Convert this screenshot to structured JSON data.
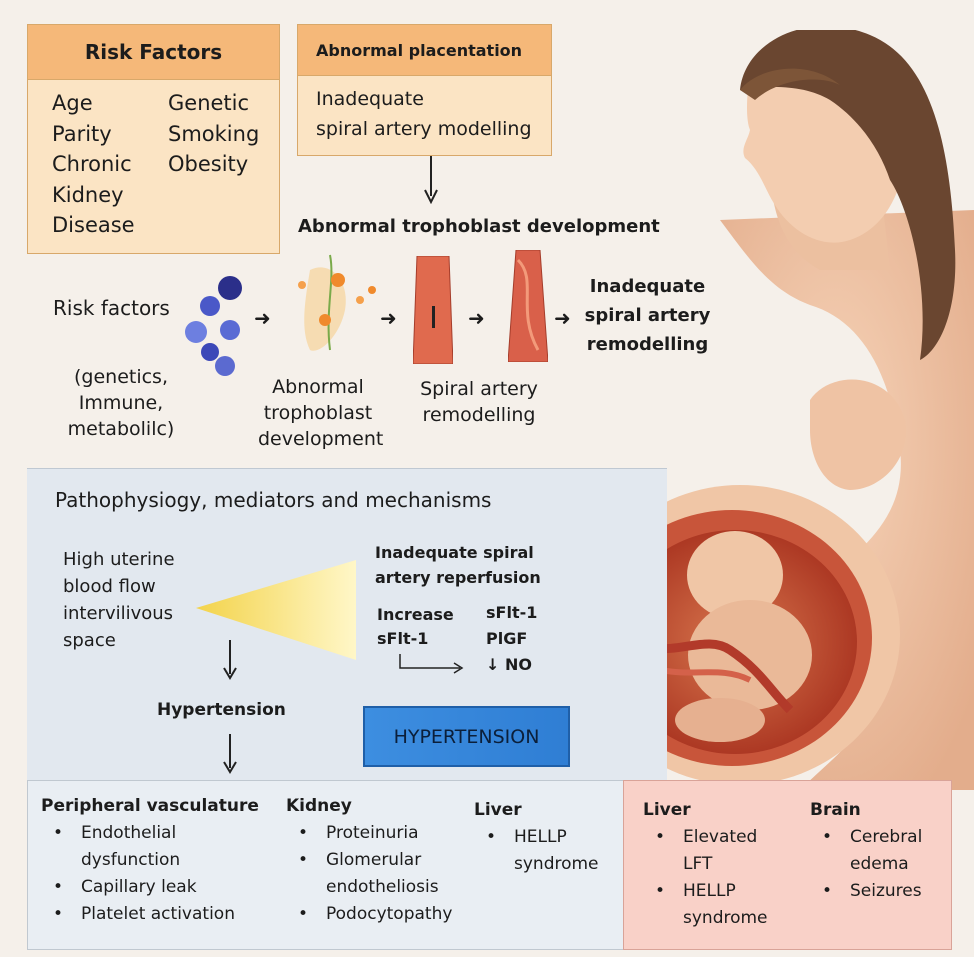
{
  "risk_box": {
    "title": "Risk Factors",
    "left_items": [
      "Age",
      "Parity",
      "Chronic",
      "Kidney",
      "Disease"
    ],
    "right_items": [
      "Genetic",
      "Smoking",
      "Obesity"
    ]
  },
  "placentation_box": {
    "title": "Abnormal placentation",
    "body_line1": "Inadequate",
    "body_line2": "spiral artery modelling"
  },
  "flow": {
    "heading": "Abnormal trophoblast development",
    "risk_label": "Risk factors",
    "risk_sub": [
      "(genetics,",
      "Immune,",
      "metabolilc)"
    ],
    "troph_label": [
      "Abnormal",
      "trophoblast",
      "development"
    ],
    "spiral_label": [
      "Spiral artery",
      "remodelling"
    ],
    "result_label": [
      "Inadequate",
      "spiral artery",
      "remodelling"
    ]
  },
  "patho": {
    "title": "Pathophysiogy, mediators and mechanisms",
    "flow_text": [
      "High uterine",
      "blood flow",
      "intervilivous",
      "space"
    ],
    "reperfusion": [
      "Inadequate spiral",
      "artery reperfusion"
    ],
    "increase": [
      "Increase",
      "sFlt-1"
    ],
    "markers": [
      "sFlt-1",
      "PlGF",
      "↓ NO"
    ],
    "hypertension_small": "Hypertension",
    "hypertension_button": "HYPERTENSION"
  },
  "organs": {
    "peripheral": {
      "title": "Peripheral vasculature",
      "items": [
        "Endothelial dysfunction",
        "Capillary leak",
        "Platelet activation"
      ]
    },
    "kidney": {
      "title": "Kidney",
      "items": [
        "Proteinuria",
        "Glomerular endotheliosis",
        "Podocytopathy"
      ]
    },
    "liver1": {
      "title": "Liver",
      "items": [
        "HELLP syndrome"
      ]
    },
    "liver2": {
      "title": "Liver",
      "items": [
        "Elevated LFT",
        "HELLP syndrome"
      ]
    },
    "brain": {
      "title": "Brain",
      "items": [
        "Cerebral edema",
        "Seizures"
      ]
    }
  },
  "colors": {
    "box_fill": "#fbe4c4",
    "box_header": "#f5b879",
    "patho_bg": "#e2e8ef",
    "pink_panel": "#f9d1c8",
    "button_blue": "#3d8ee0"
  }
}
